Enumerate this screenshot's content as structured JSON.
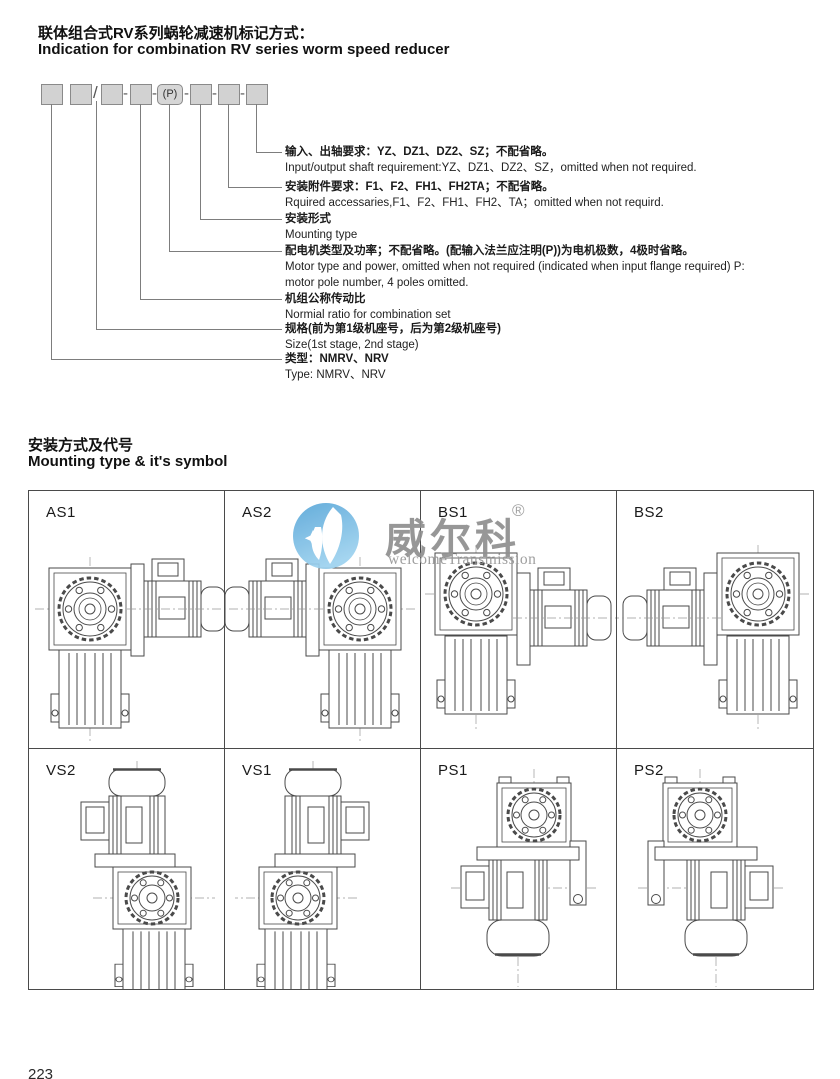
{
  "header": {
    "title_cn": "联体组合式RV系列蜗轮减速机标记方式：",
    "title_en": "Indication for combination RV series worm speed reducer"
  },
  "designation": {
    "slash": "/",
    "dash": "-",
    "p_label": "(P)",
    "items": [
      {
        "cn": "输入、出轴要求：YZ、DZ1、DZ2、SZ；不配省略。",
        "en": "Input/output shaft requirement:YZ、DZ1、DZ2、SZ，omitted when not required."
      },
      {
        "cn": "安装附件要求：F1、F2、FH1、FH2TA；不配省略。",
        "en": "Rquired accessaries,F1、F2、FH1、FH2、TA；omitted when not requird."
      },
      {
        "cn": "安装形式",
        "en": "Mounting type"
      },
      {
        "cn": "配电机类型及功率；不配省略。(配输入法兰应注明(P))为电机极数，4极时省略。",
        "en": "Motor type and power, omitted when not required (indicated when input flange required) P: motor pole number, 4 poles omitted."
      },
      {
        "cn": "机组公称传动比",
        "en": "Normial ratio for combination set"
      },
      {
        "cn": "规格(前为第1级机座号，后为第2级机座号)",
        "en": "Size(1st stage, 2nd stage)"
      },
      {
        "cn": "类型：NMRV、NRV",
        "en": "Type: NMRV、NRV"
      }
    ]
  },
  "mounting": {
    "title_cn": "安装方式及代号",
    "title_en": "Mounting type & it's symbol",
    "cells": [
      {
        "label": "AS1"
      },
      {
        "label": "AS2"
      },
      {
        "label": "BS1"
      },
      {
        "label": "BS2"
      },
      {
        "label": "VS2"
      },
      {
        "label": "VS1"
      },
      {
        "label": "PS1"
      },
      {
        "label": "PS2"
      }
    ]
  },
  "watermark": {
    "brand": "威尔科",
    "registered": "®",
    "subtitle": "welcomeTransmission"
  },
  "footer": {
    "page_number": "223"
  },
  "colors": {
    "logo_blue": "#63ade0",
    "watermark_gray": "#8f8f8f"
  }
}
